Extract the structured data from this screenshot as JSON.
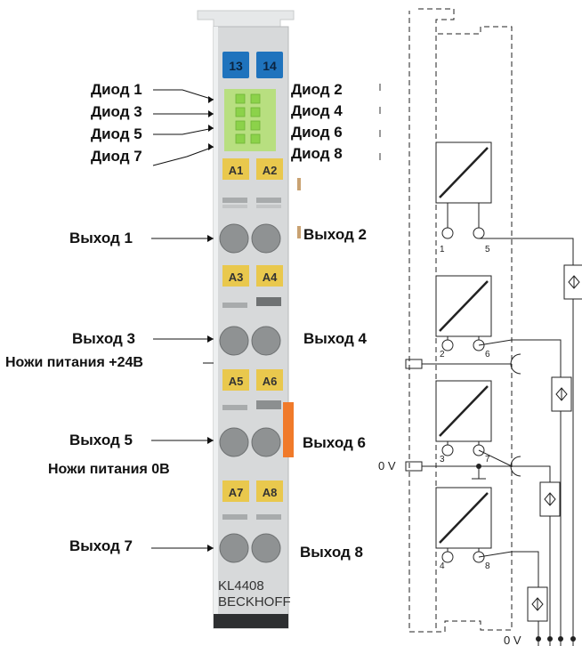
{
  "module": {
    "top_terminals": [
      "13",
      "14"
    ],
    "terminal_pairs": [
      [
        "A1",
        "A2"
      ],
      [
        "A3",
        "A4"
      ],
      [
        "A5",
        "A6"
      ],
      [
        "A7",
        "A8"
      ]
    ],
    "model": "KL4408",
    "brand": "BECKHOFF",
    "colors": {
      "body": "#d7d9da",
      "top_terminal_blue": "#1f73bd",
      "terminal_yellow": "#e9c84d",
      "led_green": "#8cd24a",
      "led_panel": "#b8df80",
      "orange_strip": "#f07a2a"
    }
  },
  "labels": {
    "diode1": "Диод 1",
    "diode2": "Диод 2",
    "diode3": "Диод 3",
    "diode4": "Диод 4",
    "diode5": "Диод 5",
    "diode6": "Диод 6",
    "diode7": "Диод 7",
    "diode8": "Диод 8",
    "out1": "Выход 1",
    "out2": "Выход 2",
    "out3": "Выход 3",
    "out4": "Выход 4",
    "out5": "Выход 5",
    "out6": "Выход 6",
    "out7": "Выход 7",
    "out8": "Выход 8",
    "power24": "Ножи питания +24В",
    "power0": "Ножи питания 0В"
  },
  "schematic": {
    "zero_v_left": "0 V",
    "zero_v_bottom": "0 V",
    "pins": [
      "1",
      "5",
      "2",
      "6",
      "3",
      "7",
      "4",
      "8"
    ]
  }
}
